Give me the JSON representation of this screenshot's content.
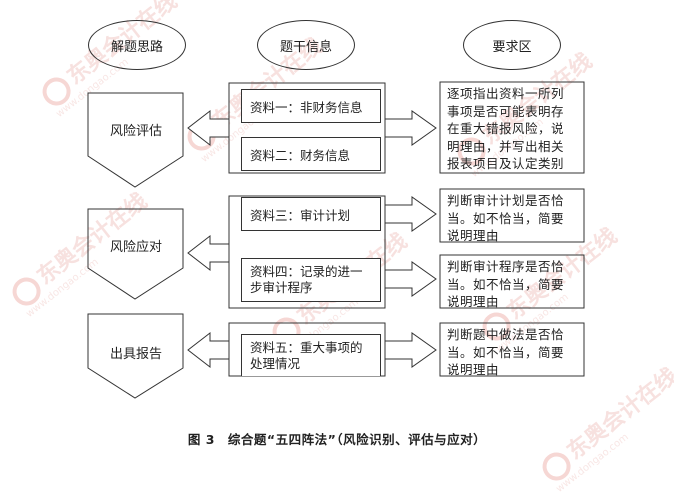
{
  "header": {
    "col1": "解题思路",
    "col2": "题干信息",
    "col3": "要求区"
  },
  "left_steps": [
    "风险评估",
    "风险应对",
    "出具报告"
  ],
  "materials": {
    "m1": "资料一：非财务信息",
    "m2": "资料二：财务信息",
    "m3": "资料三：审计计划",
    "m4_line1": "资料四：记录的进一",
    "m4_line2": "步审计程序",
    "m5_line1": "资料五：重大事项的",
    "m5_line2": "处理情况"
  },
  "requirements": {
    "r1": [
      "逐项指出资料一所列",
      "事项是否可能表明存",
      "在重大错报风险，说",
      "明理由，并写出相关",
      "报表项目及认定类别"
    ],
    "r2": [
      "判断审计计划是否恰",
      "当。如不恰当，简要",
      "说明理由"
    ],
    "r3": [
      "判断审计程序是否恰",
      "当。如不恰当，简要",
      "说明理由"
    ],
    "r4": [
      "判断题中做法是否恰",
      "当。如不恰当，简要",
      "说明理由"
    ]
  },
  "caption": "图 3　综合题“五四阵法”（风险识别、评估与应对）",
  "watermark": {
    "text": "东奥会计在线",
    "url": "www.dongao.com"
  },
  "colors": {
    "line": "#333333",
    "watermark": "#f1c9c6"
  }
}
